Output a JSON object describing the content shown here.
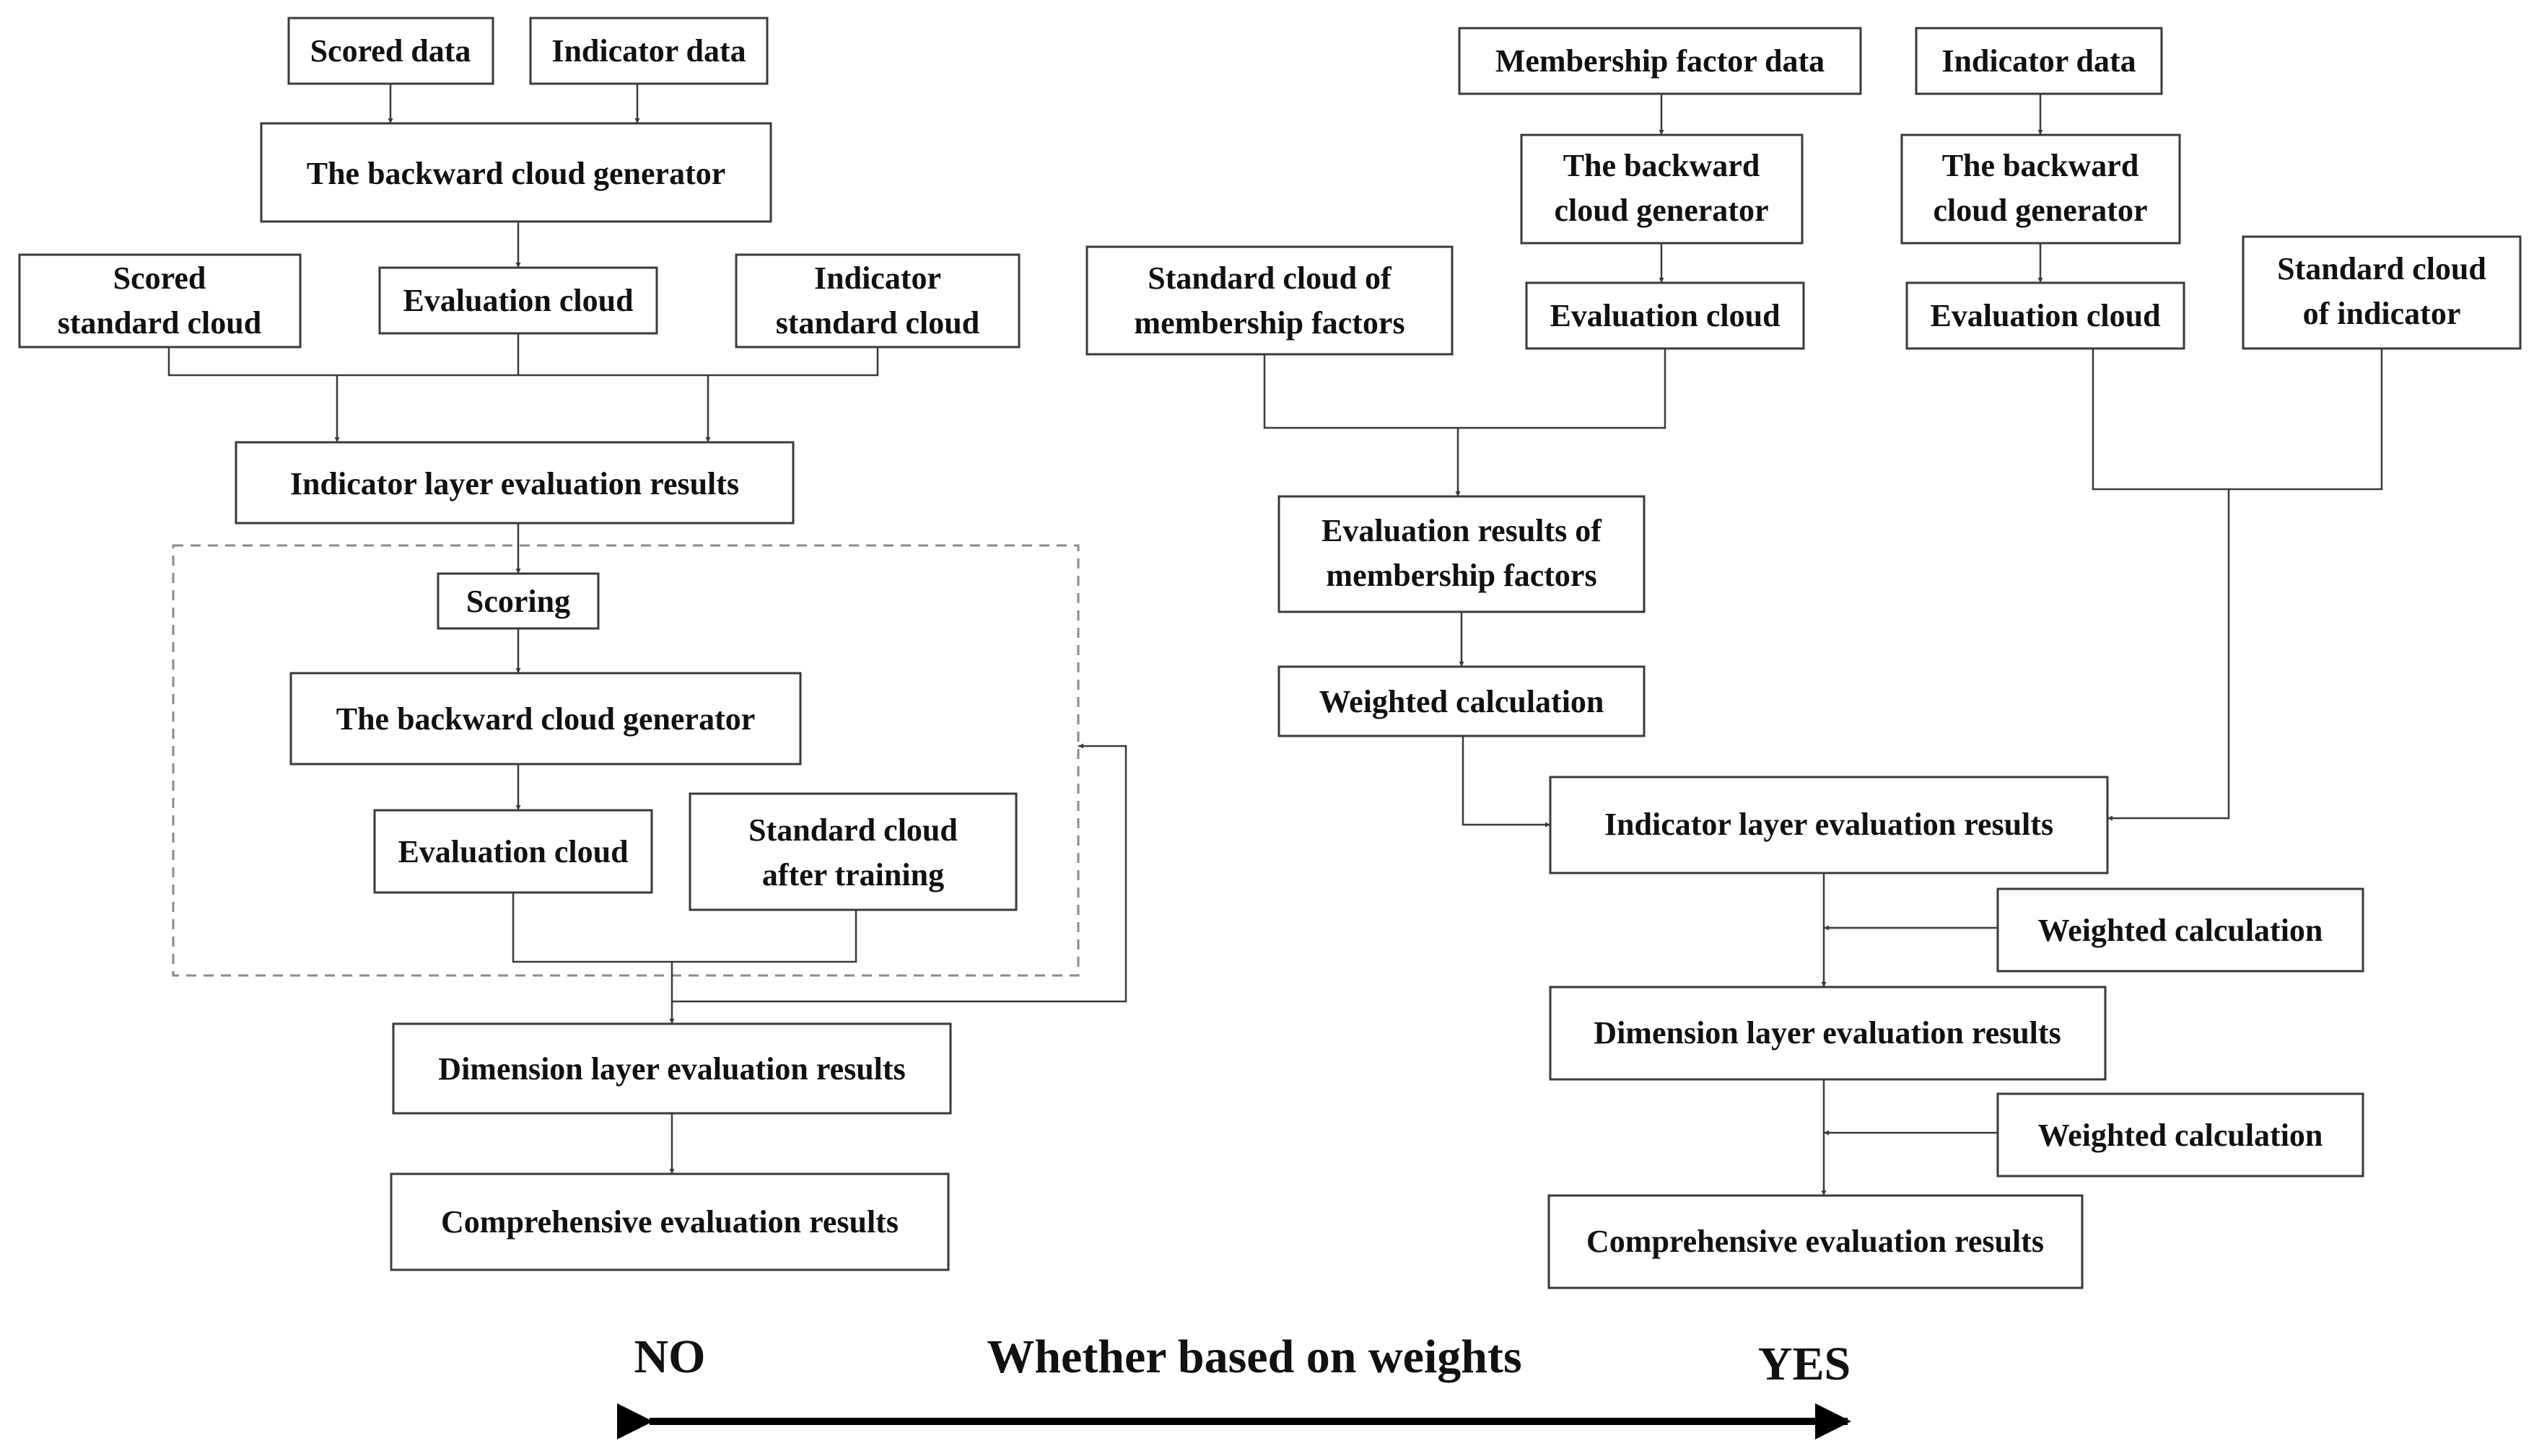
{
  "left": {
    "scored_data": "Scored data",
    "indicator_data": "Indicator data",
    "backward_cloud_generator": "The backward cloud generator",
    "scored_standard_cloud": [
      "Scored",
      "standard cloud"
    ],
    "evaluation_cloud": "Evaluation cloud",
    "indicator_standard_cloud": [
      "Indicator",
      "standard cloud"
    ],
    "indicator_layer_results": "Indicator layer evaluation results",
    "scoring": "Scoring",
    "backward_cloud_generator_2": "The backward cloud generator",
    "evaluation_cloud_2": "Evaluation cloud",
    "standard_cloud_after_training": [
      "Standard cloud",
      "after training"
    ],
    "dimension_layer_results": "Dimension layer evaluation results",
    "comprehensive_results": "Comprehensive evaluation results"
  },
  "right": {
    "membership_factor_data": "Membership factor data",
    "indicator_data": "Indicator data",
    "backward_cloud_generator_a": [
      "The backward",
      "cloud generator"
    ],
    "backward_cloud_generator_b": [
      "The backward",
      "cloud generator"
    ],
    "standard_cloud_membership": [
      "Standard cloud of",
      "membership factors"
    ],
    "evaluation_cloud_a": "Evaluation cloud",
    "evaluation_cloud_b": "Evaluation cloud",
    "standard_cloud_indicator": [
      "Standard cloud",
      "of indicator"
    ],
    "membership_results": [
      "Evaluation results of",
      "membership factors"
    ],
    "weighted_calculation_1": "Weighted calculation",
    "indicator_layer_results": "Indicator layer evaluation results",
    "weighted_calculation_2": "Weighted calculation",
    "dimension_layer_results": "Dimension layer evaluation results",
    "weighted_calculation_3": "Weighted calculation",
    "comprehensive_results": "Comprehensive evaluation results"
  },
  "axis": {
    "no": "NO",
    "title": "Whether based on weights",
    "yes": "YES"
  }
}
